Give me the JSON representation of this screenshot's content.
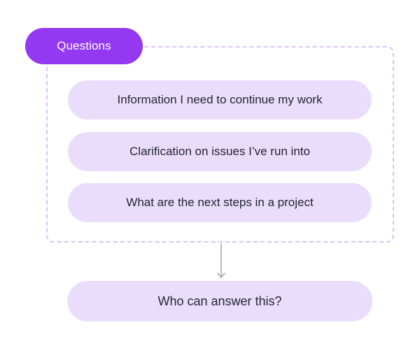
{
  "flowchart": {
    "group_label": {
      "text": "Questions"
    },
    "group_items": [
      {
        "text": "Information I need to continue my work"
      },
      {
        "text": "Clarification on issues I’ve run into"
      },
      {
        "text": "What are the next steps in a project"
      }
    ],
    "result_node": {
      "text": "Who can answer this?"
    },
    "colors": {
      "canvas_bg": "#ffffff",
      "label_bg": "#9339f2",
      "label_text": "#ffffff",
      "node_bg": "#eaddfb",
      "node_text": "#222733",
      "dashed_border": "#dcc1f8",
      "arrow": "#a3a3a3"
    }
  }
}
